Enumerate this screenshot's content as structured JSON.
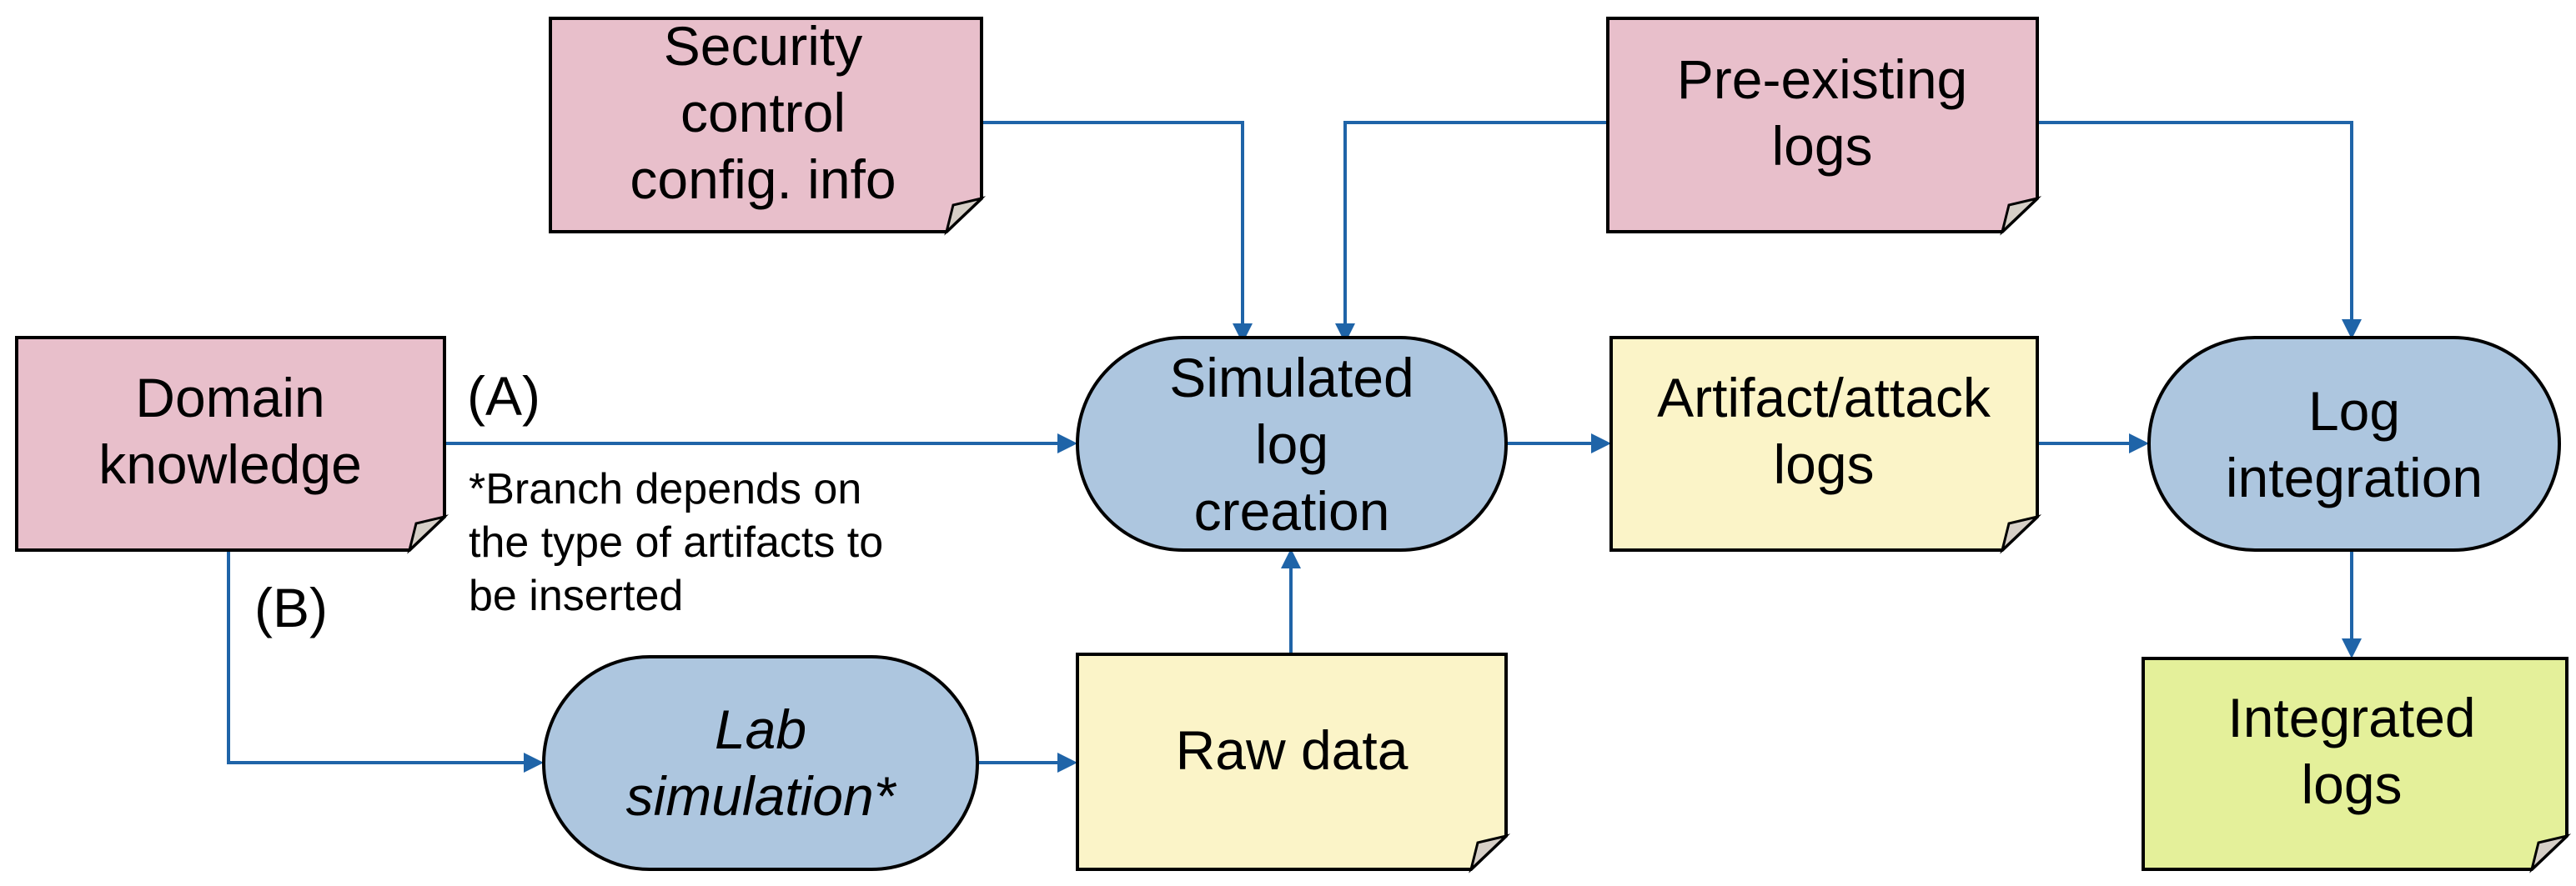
{
  "nodes": {
    "security_config": [
      "Security",
      "control",
      "config. info"
    ],
    "pre_existing": [
      "Pre-existing",
      "logs"
    ],
    "domain_knowledge": [
      "Domain",
      "knowledge"
    ],
    "simulated_log_creation": [
      "Simulated",
      "log",
      "creation"
    ],
    "artifact_attack_logs": [
      "Artifact/attack",
      "logs"
    ],
    "log_integration": [
      "Log",
      "integration"
    ],
    "lab_simulation": [
      "Lab",
      "simulation*"
    ],
    "raw_data": [
      "Raw data"
    ],
    "integrated_logs": [
      "Integrated",
      "logs"
    ]
  },
  "branch_labels": {
    "a": "(A)",
    "b": "(B)"
  },
  "note": [
    "*Branch depends on",
    "the type of artifacts to",
    "be inserted"
  ],
  "colors": {
    "input_doc": "#e8bfcb",
    "output_doc": "#fbf4c8",
    "final_doc": "#e4f09a",
    "process": "#adc6df",
    "connector": "#1f64a8"
  }
}
